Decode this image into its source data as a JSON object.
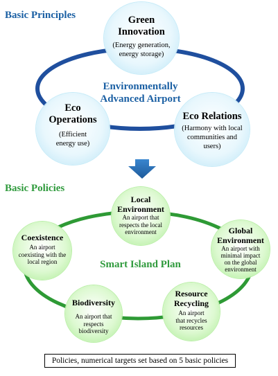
{
  "colors": {
    "blue_accent": "#1a5fa3",
    "green_accent": "#2f9a3c",
    "ring_blue": "#1f4f9e",
    "ring_green": "#2e9a35",
    "arrow_blue": "#2a6fb8"
  },
  "basic_principles": {
    "heading": "Basic Principles",
    "center_label_line1": "Environmentally",
    "center_label_line2": "Advanced Airport",
    "circles": [
      {
        "title_line1": "Green",
        "title_line2": "Innovation",
        "desc_line1": "(Energy generation,",
        "desc_line2": "energy storage)"
      },
      {
        "title_line1": "Eco",
        "title_line2": "Operations",
        "desc_line1": "(Efficient",
        "desc_line2": "energy use)"
      },
      {
        "title_line1": "Eco Relations",
        "desc_line1": "(Harmony with local",
        "desc_line2": "communities and",
        "desc_line3": "users)"
      }
    ]
  },
  "arrow_icon": "down-arrow-icon",
  "basic_policies": {
    "heading": "Basic Policies",
    "center_label": "Smart Island Plan",
    "circles": [
      {
        "title_line1": "Local",
        "title_line2": "Environment",
        "desc_line1": "An airport that",
        "desc_line2": "respects the local",
        "desc_line3": "environment"
      },
      {
        "title_line1": "Coexistence",
        "desc_line1": "An airport",
        "desc_line2": "coexisting with the",
        "desc_line3": "local region"
      },
      {
        "title_line1": "Global",
        "title_line2": "Environment",
        "desc_line1": "An airport with",
        "desc_line2": "minimal impact",
        "desc_line3": "on the global",
        "desc_line4": "environment"
      },
      {
        "title_line1": "Biodiversity",
        "desc_line1": "An airport that",
        "desc_line2": "respects",
        "desc_line3": "biodiversity"
      },
      {
        "title_line1": "Resource",
        "title_line2": "Recycling",
        "desc_line1": "An airport",
        "desc_line2": "that recycles",
        "desc_line3": "resources"
      }
    ]
  },
  "footer_note": "Policies, numerical targets set based on 5 basic policies"
}
